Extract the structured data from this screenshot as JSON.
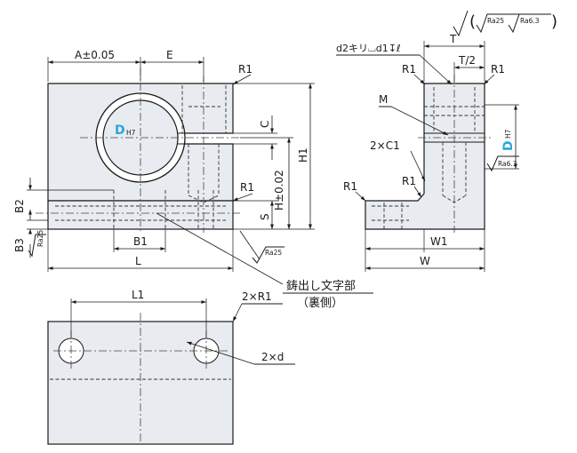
{
  "labels": {
    "a_tol": "A±0.05",
    "e": "E",
    "r1": "R1",
    "c": "C",
    "h1": "H1",
    "h_tol": "H±0.02",
    "s": "S",
    "b2": "B2",
    "b3": "B3",
    "b1": "B1",
    "l": "L",
    "d": "D",
    "h7": "H7",
    "ra25": "Ra25",
    "ra63": "Ra6.3",
    "casting_note": "鋳出し文字部",
    "casting_note2": "（裏側）",
    "l1": "L1",
    "two_r1": "2×R1",
    "two_d": "2×d",
    "t": "T",
    "t_half": "T/2",
    "m": "M",
    "two_c1": "2×C1",
    "w1": "W1",
    "w": "W",
    "hole_callout": "d2キリ⌴d1↧ℓ"
  },
  "colors": {
    "part_fill": "#e8ebef",
    "outline": "#1a1a1a",
    "accent_d": "#2aa6de"
  }
}
